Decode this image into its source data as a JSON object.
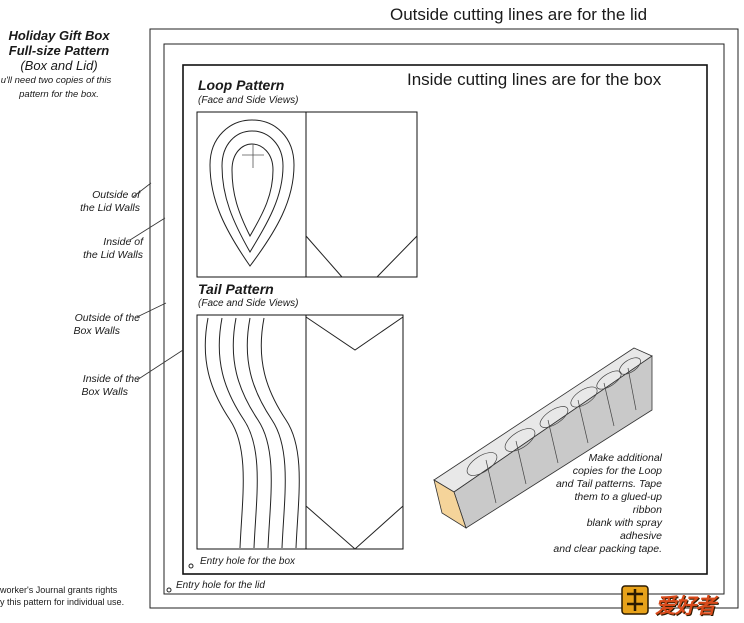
{
  "title": {
    "line1": "Holiday Gift Box",
    "line2": "Full-size Pattern",
    "line3": "(Box and Lid)",
    "note_line1": "u'll need two copies of this",
    "note_line2": "pattern for the box."
  },
  "headings": {
    "outside": "Outside cutting lines are for the lid",
    "inside": "Inside cutting lines are for the box"
  },
  "side_labels": {
    "outside_lid_1": "Outside of",
    "outside_lid_2": "the Lid Walls",
    "inside_lid_1": "Inside of",
    "inside_lid_2": "the Lid Walls",
    "outside_box_1": "Outside of the",
    "outside_box_2": "Box Walls",
    "inside_box_1": "Inside of the",
    "inside_box_2": "Box Walls"
  },
  "loop_pattern": {
    "title": "Loop Pattern",
    "subtitle": "(Face and Side Views)"
  },
  "tail_pattern": {
    "title": "Tail Pattern",
    "subtitle": "(Face and Side Views)"
  },
  "entry_box": "Entry hole for the box",
  "entry_lid": "Entry hole for the lid",
  "note": {
    "l1": "Make additional",
    "l2": "copies for the Loop",
    "l3": "and Tail patterns. Tape",
    "l4": "them to a glued-up ribbon",
    "l5": "blank with spray adhesive",
    "l6": "and clear packing tape."
  },
  "footer": {
    "l1": "worker's Journal grants rights",
    "l2": "y this pattern for individual use."
  },
  "logo": {
    "text": "爱好者"
  },
  "colors": {
    "logo_red": "#d84a1b",
    "logo_gold": "#e8a21a",
    "block_face": "#f5d49a"
  }
}
